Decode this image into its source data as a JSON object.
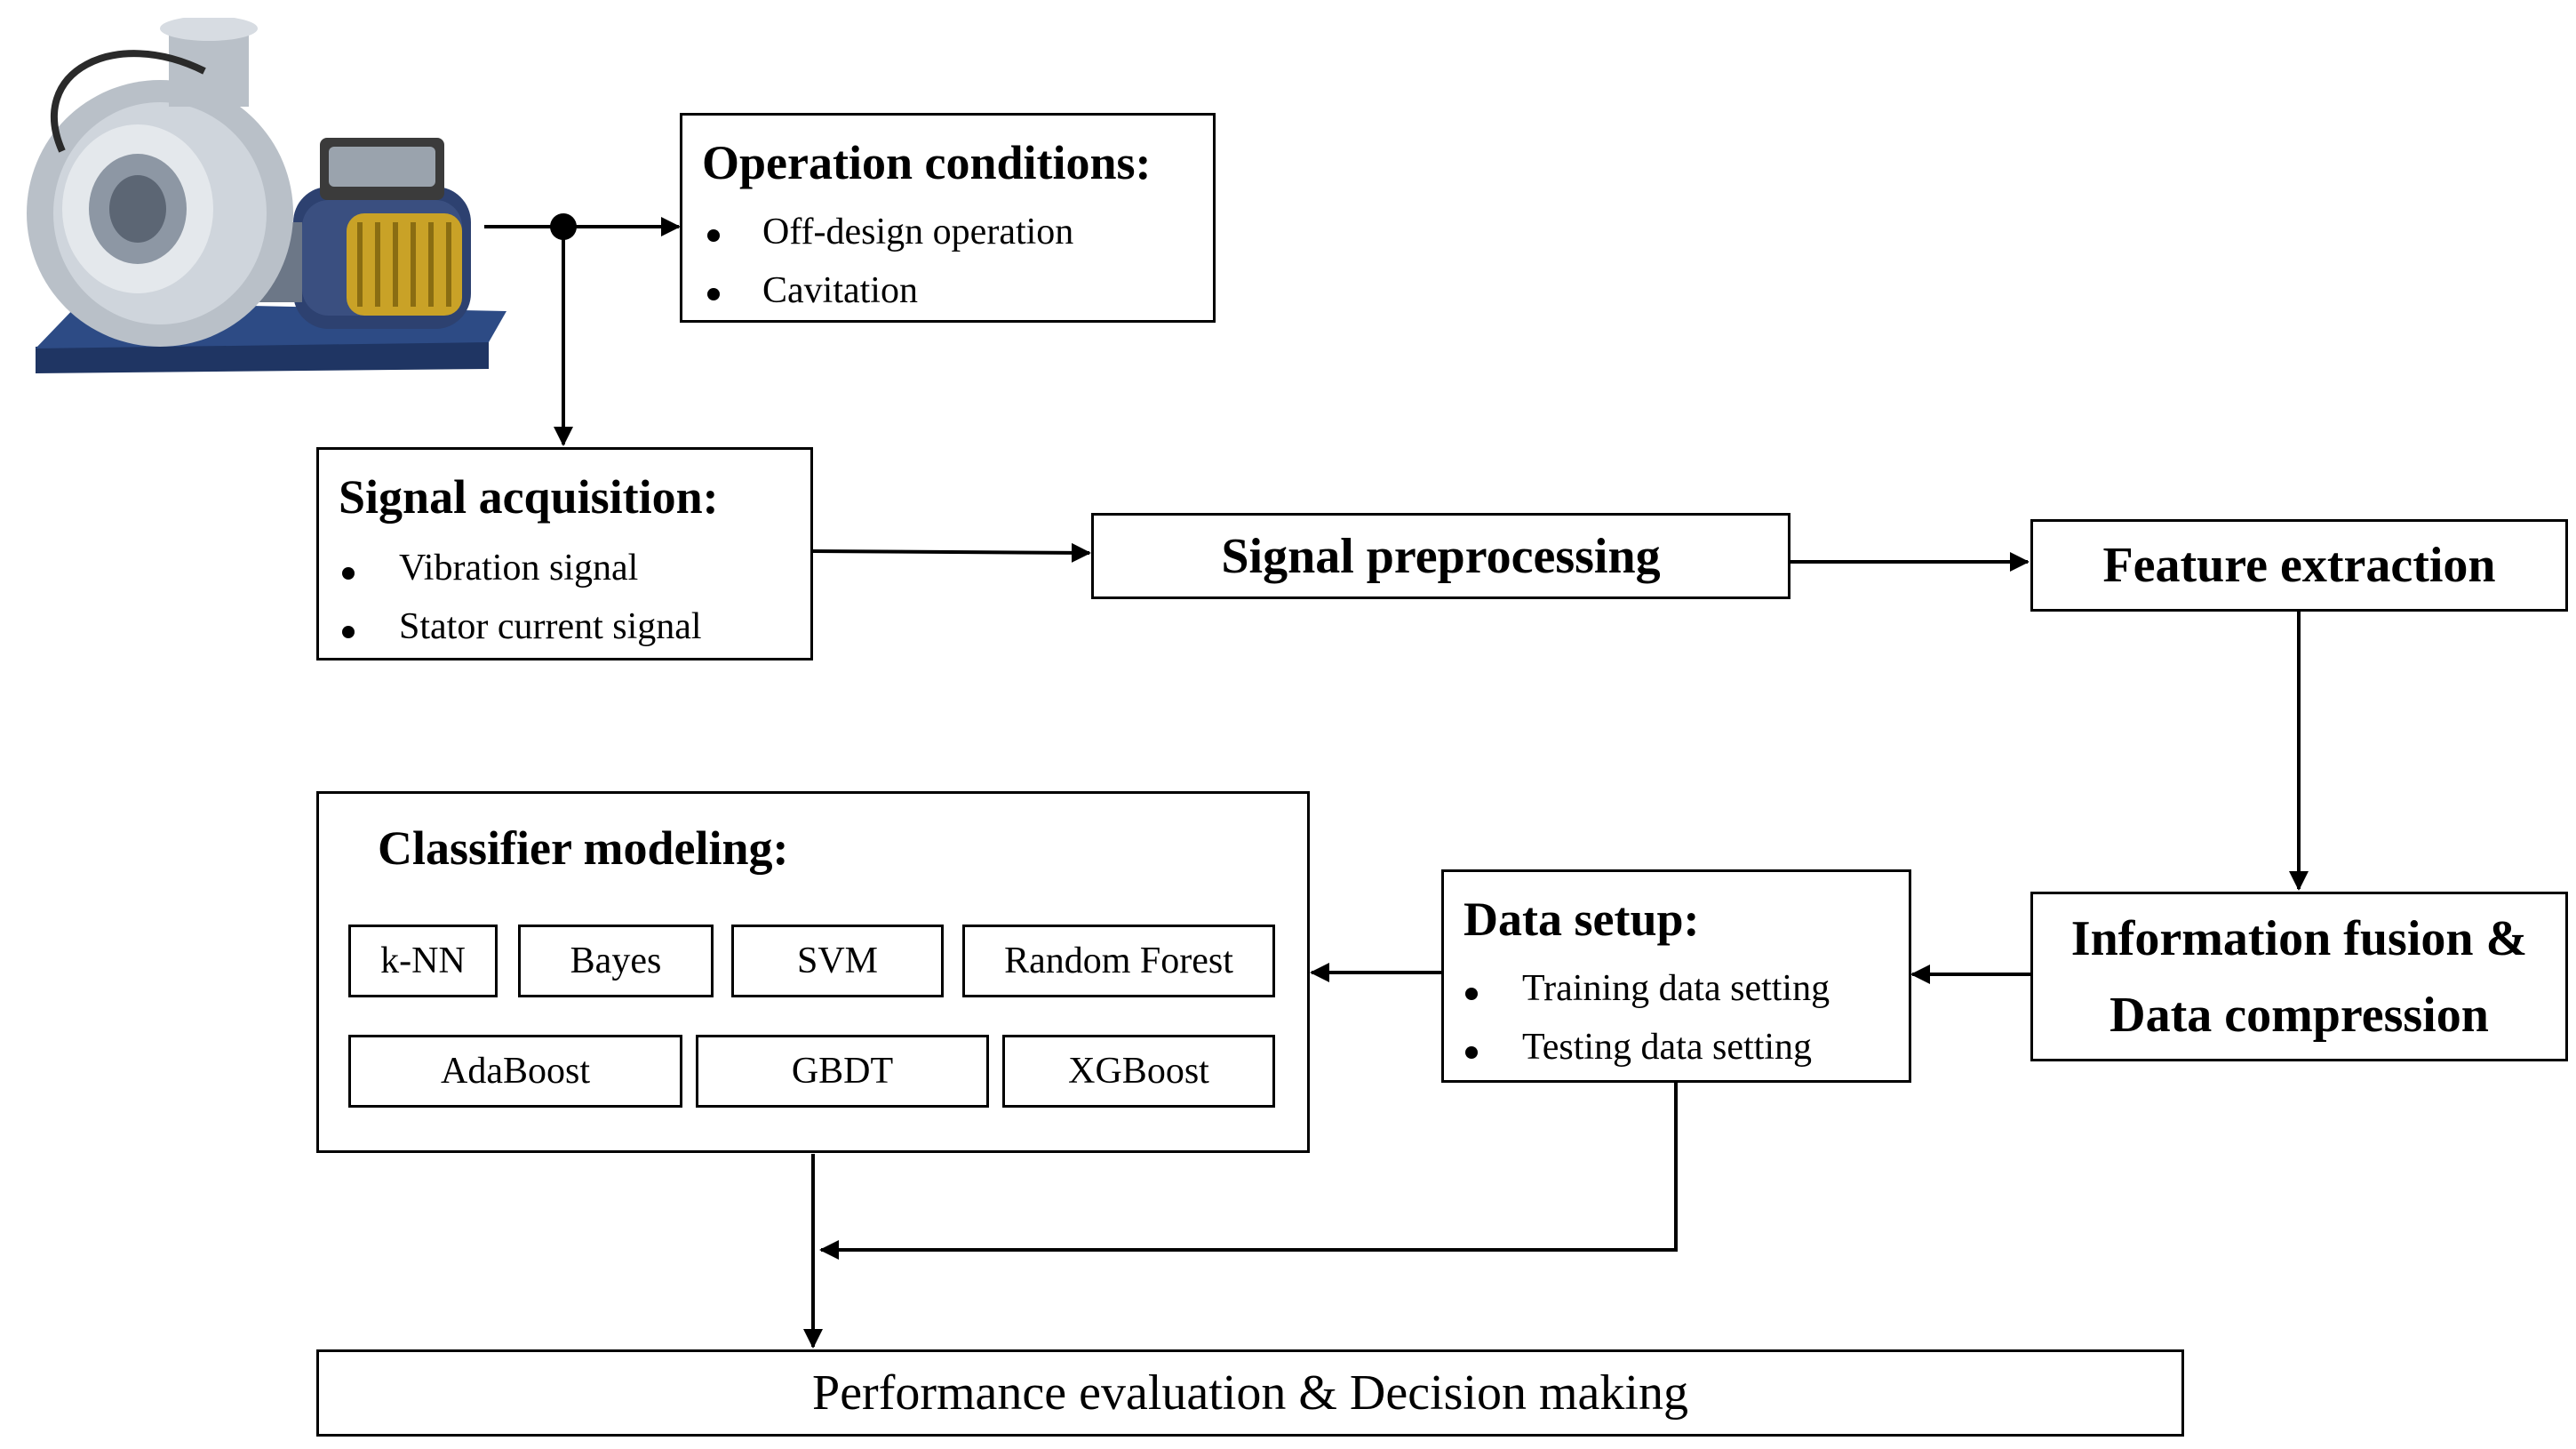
{
  "operation_conditions": {
    "title": "Operation conditions:",
    "items": [
      "Off-design operation",
      "Cavitation"
    ]
  },
  "signal_acquisition": {
    "title": "Signal acquisition:",
    "items": [
      "Vibration signal",
      "Stator current signal"
    ]
  },
  "signal_preprocessing": {
    "label": "Signal preprocessing"
  },
  "feature_extraction": {
    "label": "Feature extraction"
  },
  "information_fusion": {
    "line1": "Information fusion &",
    "line2": "Data compression"
  },
  "data_setup": {
    "title": "Data setup:",
    "items": [
      "Training data setting",
      "Testing data setting"
    ]
  },
  "classifier_modeling": {
    "title": "Classifier modeling:",
    "classifiers": [
      "k-NN",
      "Bayes",
      "SVM",
      "Random Forest",
      "AdaBoost",
      "GBDT",
      "XGBoost"
    ]
  },
  "performance_evaluation": {
    "label": "Performance evaluation & Decision making"
  },
  "pump_image": {
    "icon": "centrifugal-pump-icon"
  },
  "colors": {
    "pump_body": "#b9c0c8",
    "pump_dark": "#2a3f6a",
    "motor_yellow": "#c9a227"
  }
}
